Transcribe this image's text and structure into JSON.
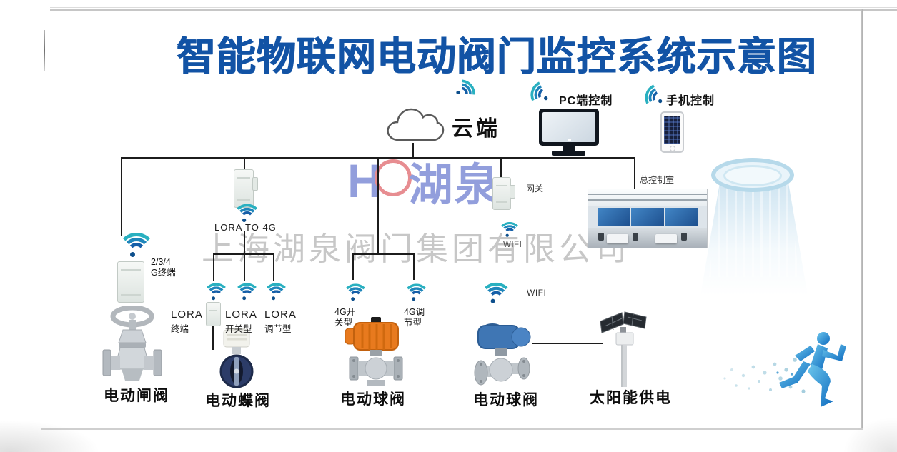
{
  "title": "智能物联网电动阀门监控系统示意图",
  "watermark": {
    "logo_h": "H",
    "logo_cn": "湖泉",
    "company": "上海湖泉阀门集团有限公司"
  },
  "cloud": {
    "label": "云端"
  },
  "pc": {
    "label": "PC端控制"
  },
  "phone": {
    "label": "手机控制"
  },
  "network": {
    "terminal_234g_line1": "2/3/4",
    "terminal_234g_line2": "G终端",
    "lora_to_4g": "LORA TO 4G",
    "gateway": "网关",
    "control_room": "总控制室",
    "wifi_upper": "WIFI",
    "wifi_lower": "WIFI"
  },
  "branches": {
    "lora_terminal_line1": "LORA",
    "lora_terminal_line2": "终端",
    "lora_switch_line1": "LORA",
    "lora_switch_line2": "开关型",
    "lora_regulator_line1": "LORA",
    "lora_regulator_line2": "调节型",
    "g4_switch_line1": "4G开",
    "g4_switch_line2": "关型",
    "g4_regulator_line1": "4G调",
    "g4_regulator_line2": "节型"
  },
  "equipment": {
    "gate_valve": "电动闸阀",
    "butterfly_valve": "电动蝶阀",
    "ball_valve_a": "电动球阀",
    "ball_valve_b": "电动球阀",
    "solar": "太阳能供电"
  },
  "colors": {
    "title_blue": "#1253a5",
    "wifi_teal": "#29b0c0",
    "wifi_blue": "#1566ae",
    "line_black": "#1c1c1c",
    "watermark_gray": "#c7c7c7",
    "logo_blue": "#5064c8",
    "logo_red": "#d9494f",
    "actuator_orange": "#e87a1e",
    "actuator_blue": "#3f76b4"
  }
}
